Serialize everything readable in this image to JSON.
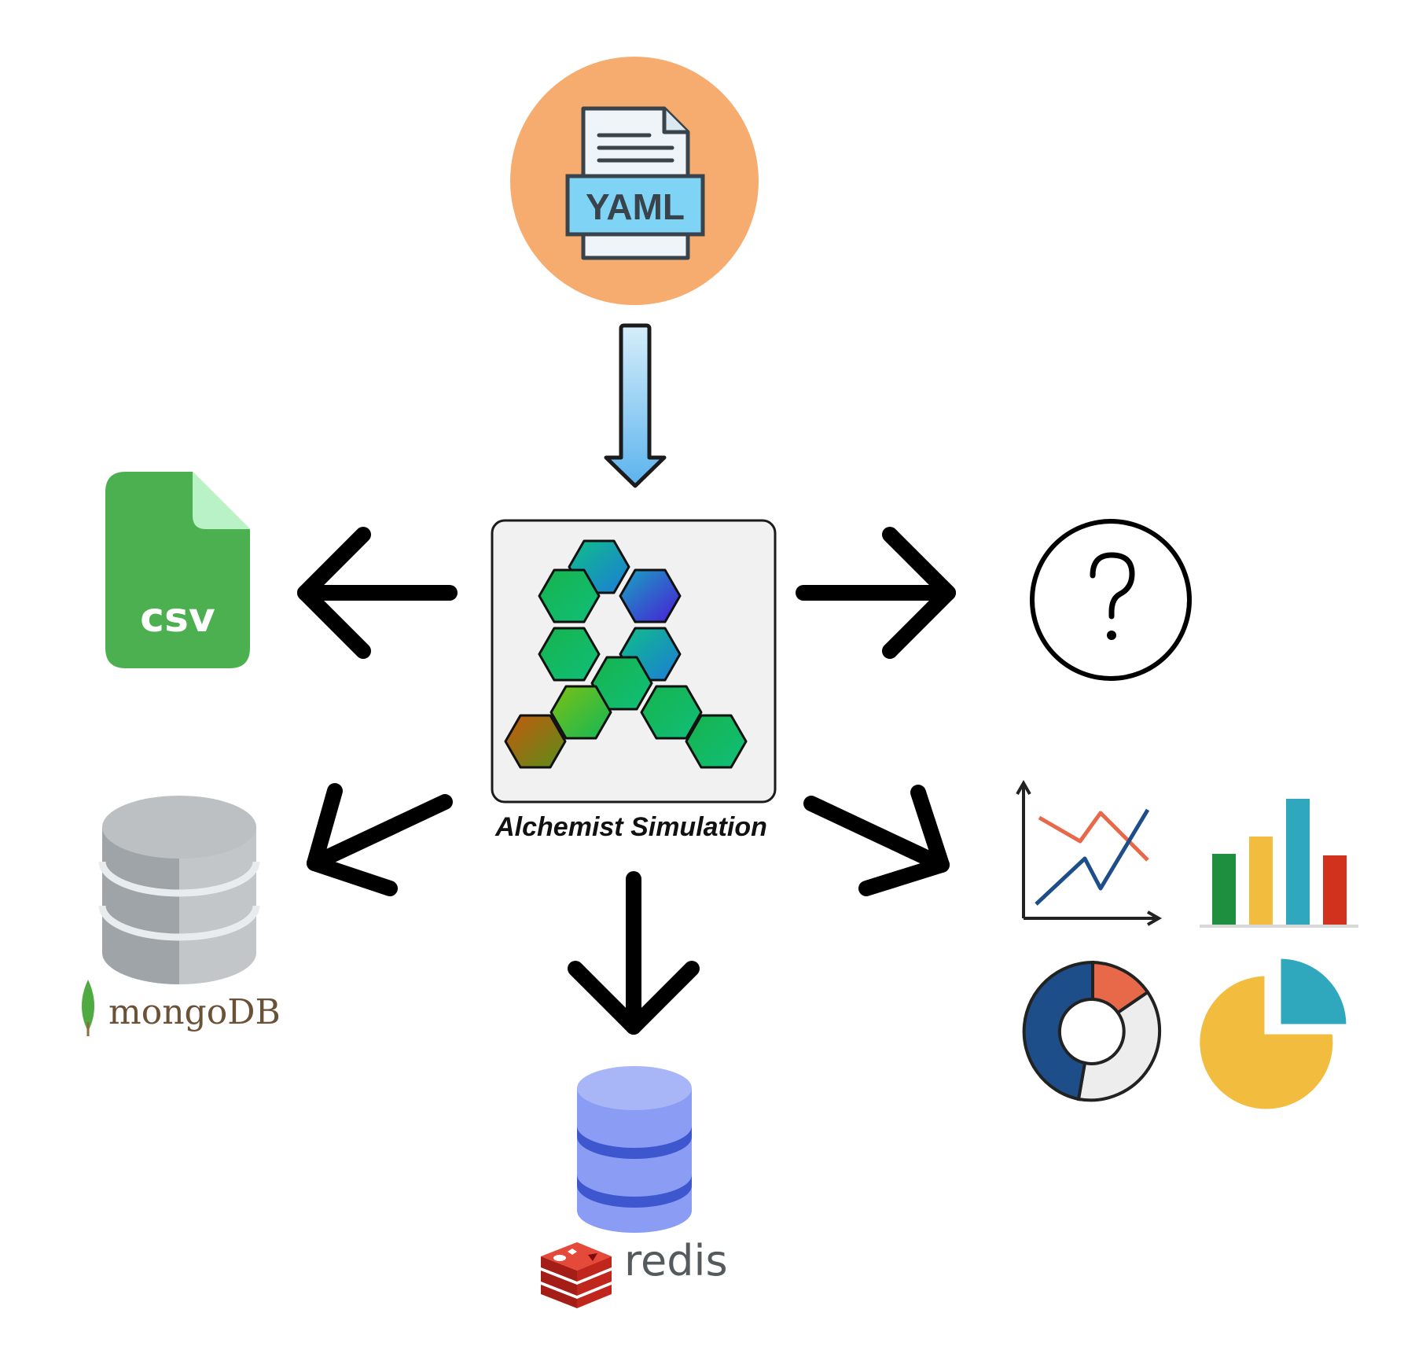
{
  "colors": {
    "yaml_circle": "#F5AC6E",
    "yaml_label_bg": "#7FD3F5",
    "csv_green": "#4CAF50",
    "csv_fold": "#B9F2C7",
    "mongo_leaf": "#4FAA41",
    "redis_red": "#D82C20",
    "db_blue": "#8A9CF4",
    "db_blue_dark": "#3E56CE",
    "arrow_blue_top": "#D6EEFA",
    "arrow_blue_bottom": "#5BB3EE"
  },
  "icons": {
    "input": "yaml-file-icon",
    "center": "alchemist-logo-icon",
    "csv": "csv-file-icon",
    "mongodb": "mongodb-database-icon",
    "redis": "redis-database-icon",
    "unknown": "question-mark-icon",
    "charts": "charts-icon"
  },
  "input": {
    "label": "YAML"
  },
  "center": {
    "caption": "Alchemist Simulation"
  },
  "outputs": {
    "csv": {
      "label": "CSV"
    },
    "mongodb": {
      "label": "mongoDB"
    },
    "redis": {
      "label": "redis"
    }
  }
}
